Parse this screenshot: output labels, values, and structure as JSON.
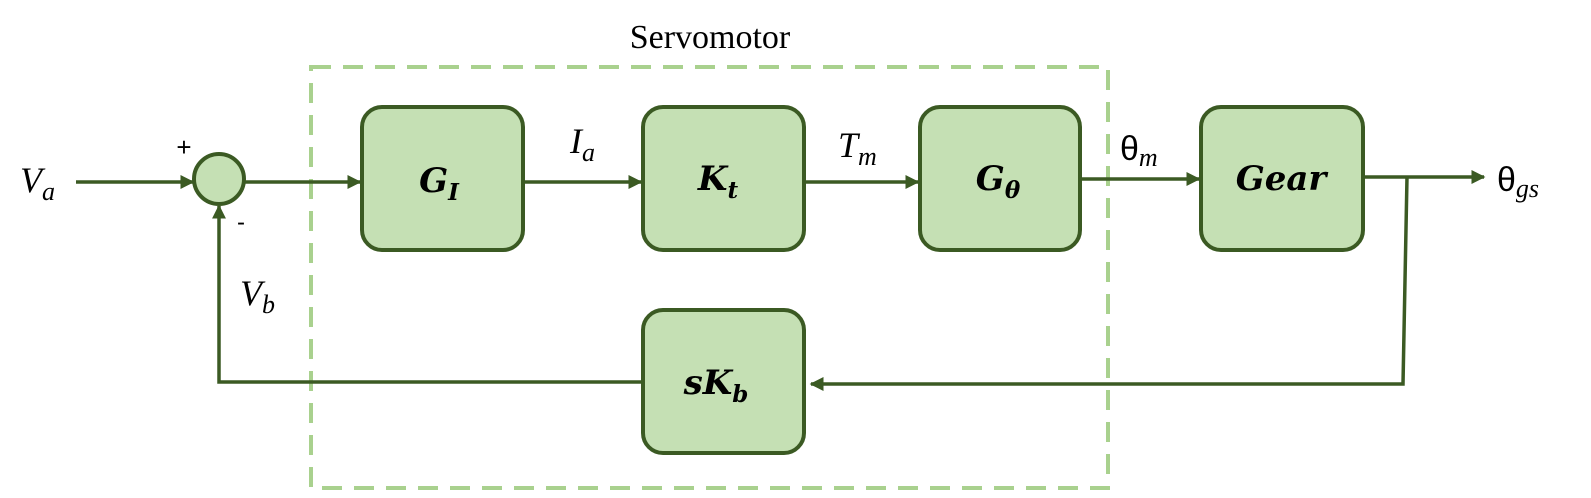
{
  "group": {
    "title": "Servomotor"
  },
  "inputs": {
    "va_main": "V",
    "va_sub": "a",
    "vb_main": "V",
    "vb_sub": "b"
  },
  "summing": {
    "plus": "+",
    "minus": "-"
  },
  "signals": {
    "ia_main": "I",
    "ia_sub": "a",
    "tm_main": "T",
    "tm_sub": "m",
    "thetam_main": "θ",
    "thetam_sub": "m",
    "thetags_main": "θ",
    "thetags_sub": "gs"
  },
  "blocks": {
    "gi_main": "G",
    "gi_sub": "I",
    "kt_main": "K",
    "kt_sub": "t",
    "gtheta_main": "G",
    "gtheta_sub": "θ",
    "gear": "Gear",
    "skb_main": "sK",
    "skb_sub": "b"
  },
  "colors": {
    "block_fill": "#c5e0b4",
    "stroke": "#3b5a23",
    "dash_box": "#a9d18e"
  }
}
